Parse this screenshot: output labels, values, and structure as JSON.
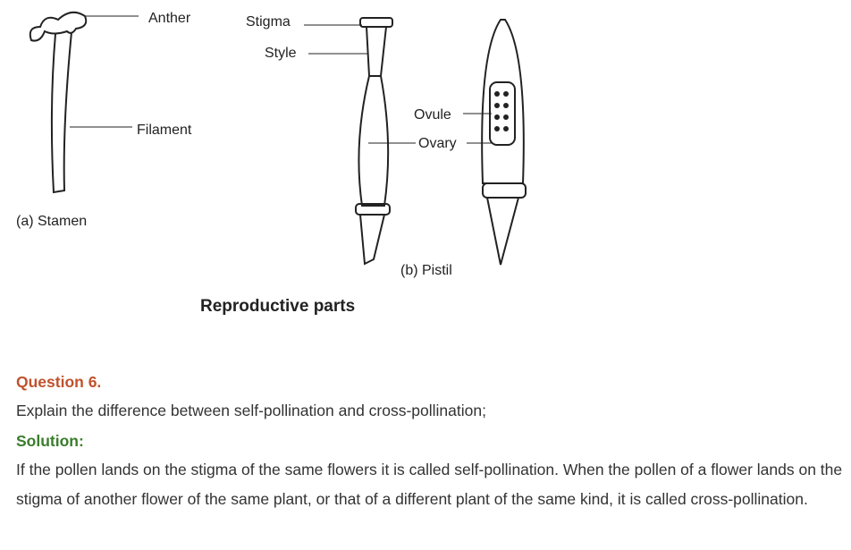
{
  "figure": {
    "labels": {
      "anther": "Anther",
      "filament": "Filament",
      "stamen": "(a) Stamen",
      "stigma": "Stigma",
      "style": "Style",
      "ovule": "Ovule",
      "ovary": "Ovary",
      "pistil": "(b) Pistil"
    },
    "caption": "Reproductive parts"
  },
  "question": {
    "heading": "Question 6.",
    "text": "Explain the difference between self-pollination and cross-pollination;"
  },
  "solution": {
    "heading": "Solution:",
    "text": "If the pollen lands on the stigma of the same flowers it is called self-pollination. When the pollen of a flower lands on the stigma of another flower of the same plant, or that of a different plant of the same kind, it is called cross-pollination."
  },
  "colors": {
    "question": "#c0532e",
    "solution": "#3a7d2c"
  }
}
